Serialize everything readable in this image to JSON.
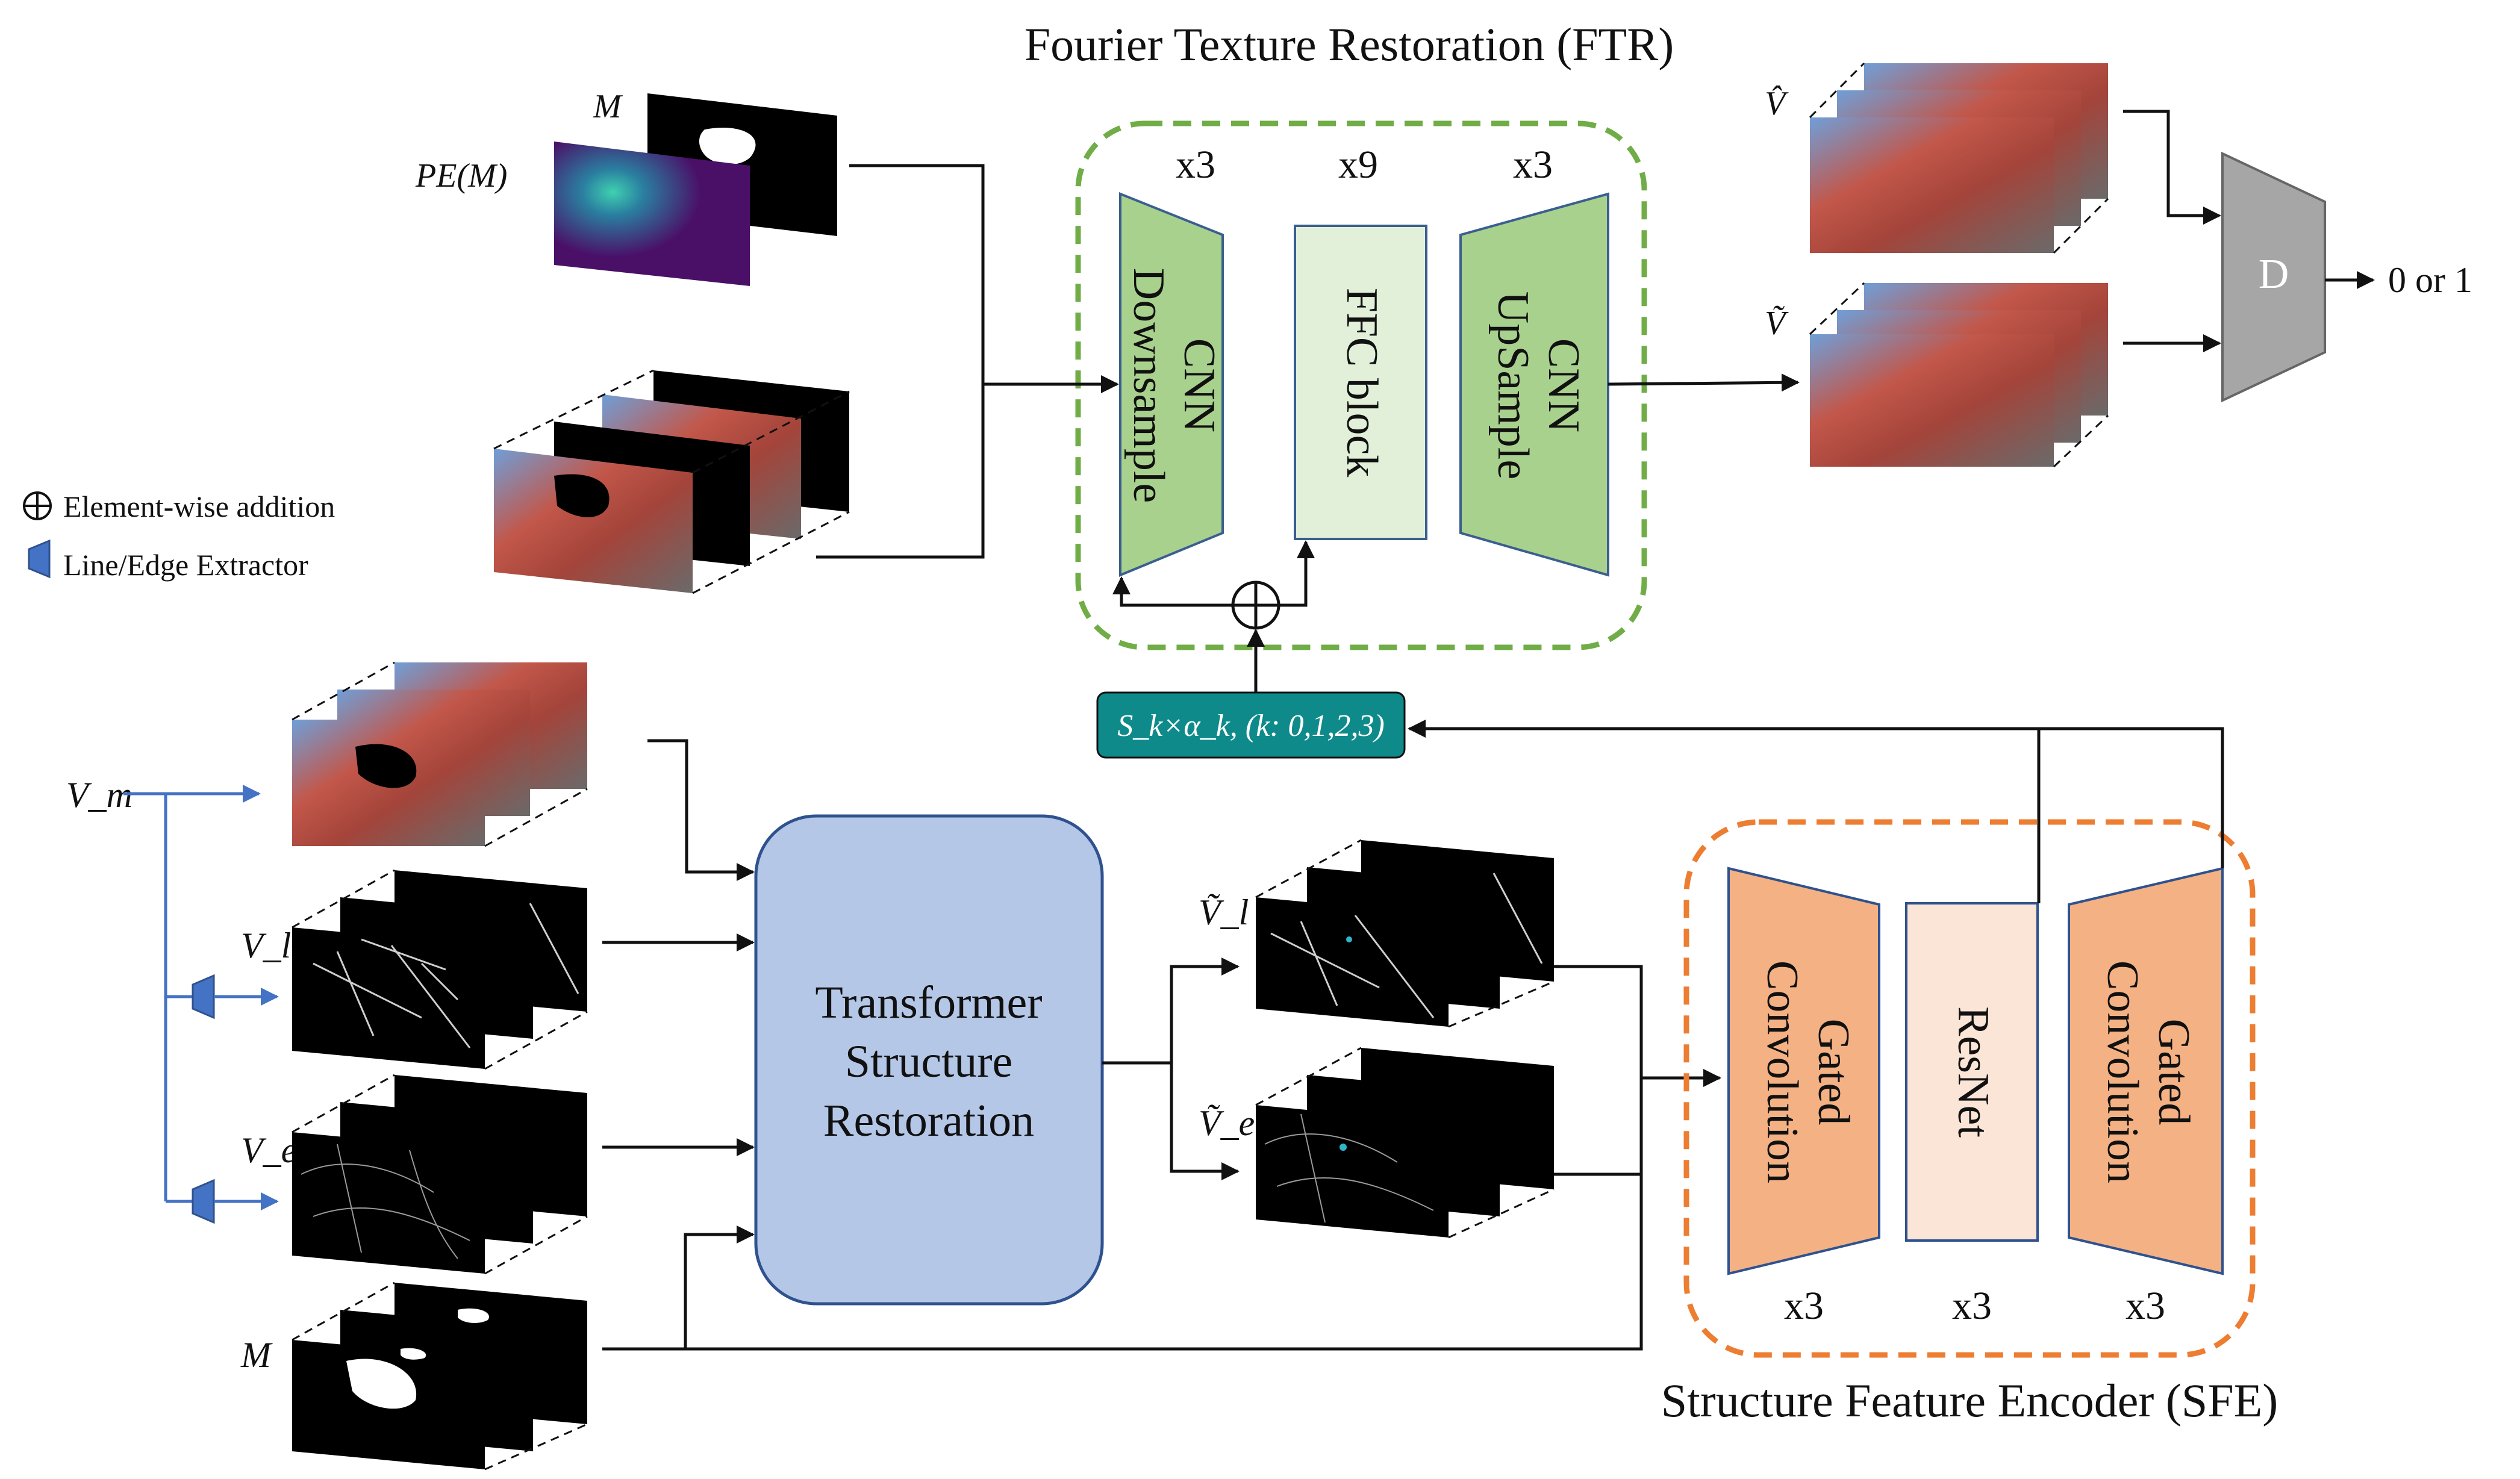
{
  "ftr": {
    "title": "Fourier Texture Restoration (FTR)",
    "downsample": {
      "line1": "CNN",
      "line2": "Downsample",
      "repeat": "x3"
    },
    "ffc": {
      "label": "FFC block",
      "repeat": "x9"
    },
    "upsample": {
      "line1": "CNN",
      "line2": "UpSample",
      "repeat": "x3"
    }
  },
  "sfe": {
    "title": "Structure Feature Encoder (SFE)",
    "gated_left": {
      "line1": "Gated",
      "line2": "Convolution",
      "repeat": "x3"
    },
    "resnet": {
      "label": "ResNet",
      "repeat": "x3"
    },
    "gated_right": {
      "line1": "Gated",
      "line2": "Convolution",
      "repeat": "x3"
    }
  },
  "tsr": {
    "line1": "Transformer",
    "line2": "Structure",
    "line3": "Restoration"
  },
  "scale_box": {
    "label": "S_k×α_k, (k: 0,1,2,3)"
  },
  "discriminator": {
    "label": "D",
    "output": "0 or 1"
  },
  "legend": {
    "addition": "Element-wise addition",
    "extractor": "Line/Edge Extractor"
  },
  "inputs": {
    "mask_top": "M",
    "pe_mask": "PE(M)",
    "vm": "V_m",
    "vl": "V_l",
    "ve": "V_e",
    "mask_bottom": "M",
    "vl_tilde": "Ṽ_l",
    "ve_tilde": "Ṽ_e",
    "v_hat": "V̂",
    "v_tilde": "Ṽ"
  },
  "colors": {
    "ftr_border": "#70ad47",
    "ftr_block": "#a9d18e",
    "ffc_block": "#e2f0d9",
    "sfe_border": "#ed7d31",
    "sfe_block": "#f4b183",
    "resnet_block": "#fbe5d6",
    "tsr_block": "#b4c7e7",
    "scale_box": "#0e8a8a",
    "discriminator": "#a6a6a6",
    "extractor": "#4472c4"
  }
}
